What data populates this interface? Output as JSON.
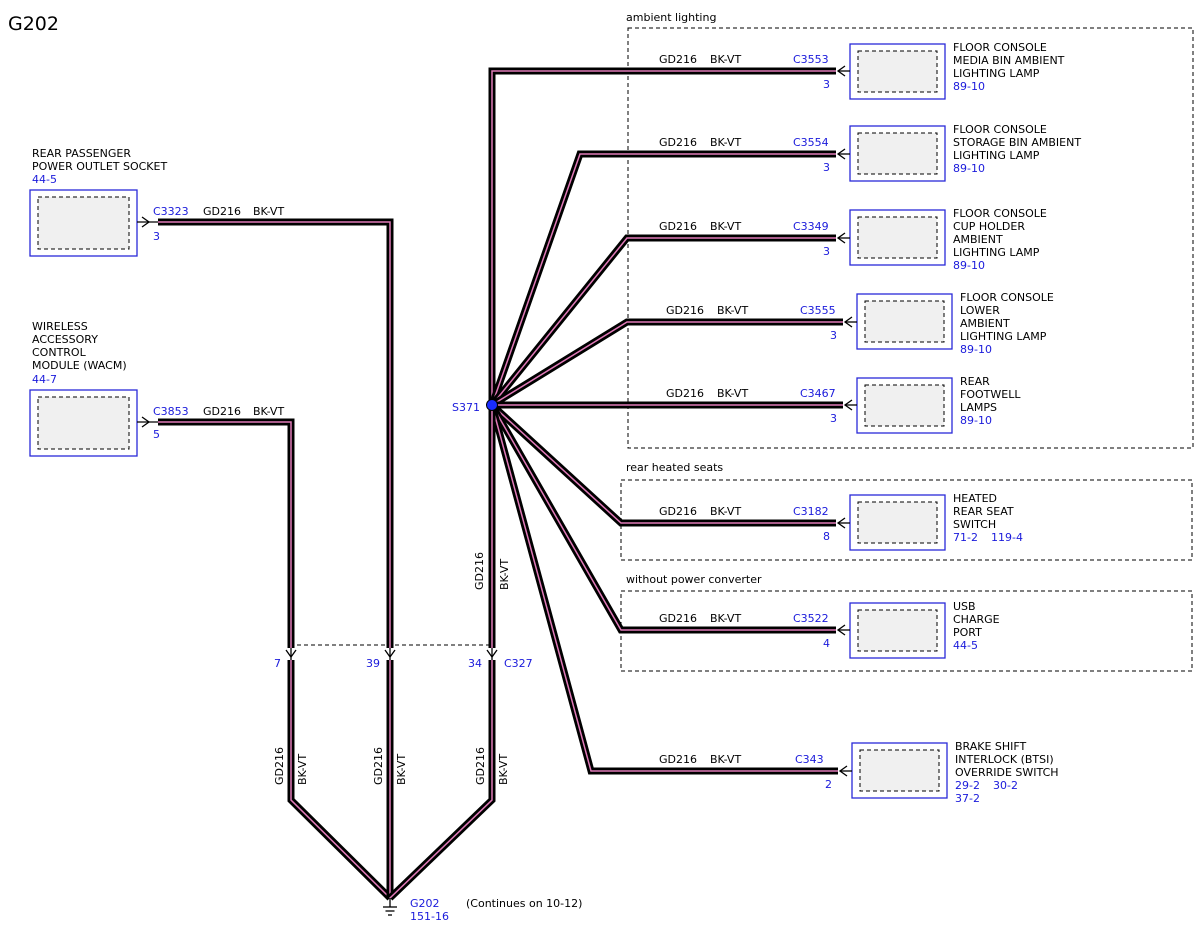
{
  "title": "G202",
  "sections": {
    "ambient": "ambient lighting",
    "heated": "rear heated seats",
    "converter": "without power converter"
  },
  "splice": {
    "id": "S371"
  },
  "ground": {
    "id": "G202",
    "ref": "151-16",
    "note": "(Continues on 10-12)"
  },
  "left_components": [
    {
      "lines": [
        "REAR PASSENGER",
        "POWER OUTLET SOCKET"
      ],
      "ref": "44-5",
      "connector": "C3323",
      "pin": "3",
      "circuit": "GD216",
      "color": "BK-VT"
    },
    {
      "lines": [
        "WIRELESS",
        "ACCESSORY",
        "CONTROL",
        "MODULE (WACM)"
      ],
      "ref": "44-7",
      "connector": "C3853",
      "pin": "5",
      "circuit": "GD216",
      "color": "BK-VT"
    }
  ],
  "right_components": [
    {
      "lines": [
        "FLOOR CONSOLE",
        "MEDIA BIN AMBIENT",
        "LIGHTING LAMP"
      ],
      "refs": [
        "89-10"
      ],
      "connector": "C3553",
      "pin": "3",
      "circuit": "GD216",
      "color": "BK-VT"
    },
    {
      "lines": [
        "FLOOR CONSOLE",
        "STORAGE BIN AMBIENT",
        "LIGHTING LAMP"
      ],
      "refs": [
        "89-10"
      ],
      "connector": "C3554",
      "pin": "3",
      "circuit": "GD216",
      "color": "BK-VT"
    },
    {
      "lines": [
        "FLOOR CONSOLE",
        "CUP HOLDER",
        "AMBIENT",
        "LIGHTING LAMP"
      ],
      "refs": [
        "89-10"
      ],
      "connector": "C3349",
      "pin": "3",
      "circuit": "GD216",
      "color": "BK-VT"
    },
    {
      "lines": [
        "FLOOR CONSOLE",
        "LOWER",
        "AMBIENT",
        "LIGHTING LAMP"
      ],
      "refs": [
        "89-10"
      ],
      "connector": "C3555",
      "pin": "3",
      "circuit": "GD216",
      "color": "BK-VT"
    },
    {
      "lines": [
        "REAR",
        "FOOTWELL",
        "LAMPS"
      ],
      "refs": [
        "89-10"
      ],
      "connector": "C3467",
      "pin": "3",
      "circuit": "GD216",
      "color": "BK-VT"
    },
    {
      "lines": [
        "HEATED",
        "REAR SEAT",
        "SWITCH"
      ],
      "refs": [
        "71-2",
        "119-4"
      ],
      "connector": "C3182",
      "pin": "8",
      "circuit": "GD216",
      "color": "BK-VT"
    },
    {
      "lines": [
        "USB",
        "CHARGE",
        "PORT"
      ],
      "refs": [
        "44-5"
      ],
      "connector": "C3522",
      "pin": "4",
      "circuit": "GD216",
      "color": "BK-VT"
    },
    {
      "lines": [
        "BRAKE SHIFT",
        "INTERLOCK (BTSI)",
        "OVERRIDE SWITCH"
      ],
      "refs": [
        "29-2",
        "30-2",
        "37-2"
      ],
      "connector": "C343",
      "pin": "2",
      "circuit": "GD216",
      "color": "BK-VT"
    }
  ],
  "inline_connector": {
    "id": "C327",
    "pins": [
      "7",
      "39",
      "34"
    ]
  },
  "vertical_labels": {
    "circuit": "GD216",
    "color": "BK-VT"
  }
}
